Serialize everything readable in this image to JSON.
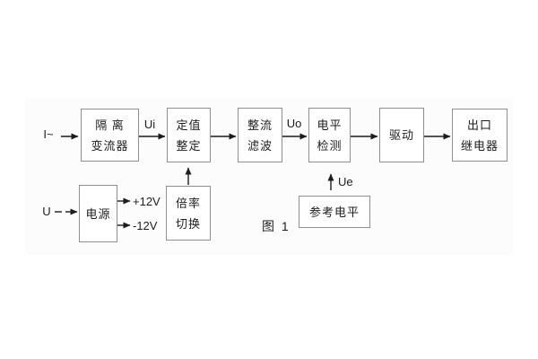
{
  "figure": {
    "caption": "图 1"
  },
  "palette": {
    "background": "#ffffff",
    "panel": "#fcfcfc",
    "box_fill": "#ffffff",
    "box_border": "#8f8f8f",
    "line": "#1d1d1d",
    "text": "#1d1d1d"
  },
  "blocks": {
    "isolation_transformer": {
      "line1": "隔 离",
      "line2": "变流器"
    },
    "setpoint_adjust": {
      "line1": "定值",
      "line2": "整定"
    },
    "rectify_filter": {
      "line1": "整流",
      "line2": "滤波"
    },
    "level_detect": {
      "line1": "电平",
      "line2": "检测"
    },
    "drive": {
      "line1": "驱动"
    },
    "output_relay": {
      "line1": "出口",
      "line2": "继电器"
    },
    "power_supply": {
      "line1": "电源"
    },
    "ratio_switch": {
      "line1": "倍率",
      "line2": "切换"
    },
    "reference_level": {
      "line1": "参考电平"
    }
  },
  "signals": {
    "input_current": "I~",
    "input_voltage": "U",
    "ui": "Ui",
    "uo": "Uo",
    "ue": "Ue",
    "rail_positive": "+12V",
    "rail_negative": "-12V"
  }
}
